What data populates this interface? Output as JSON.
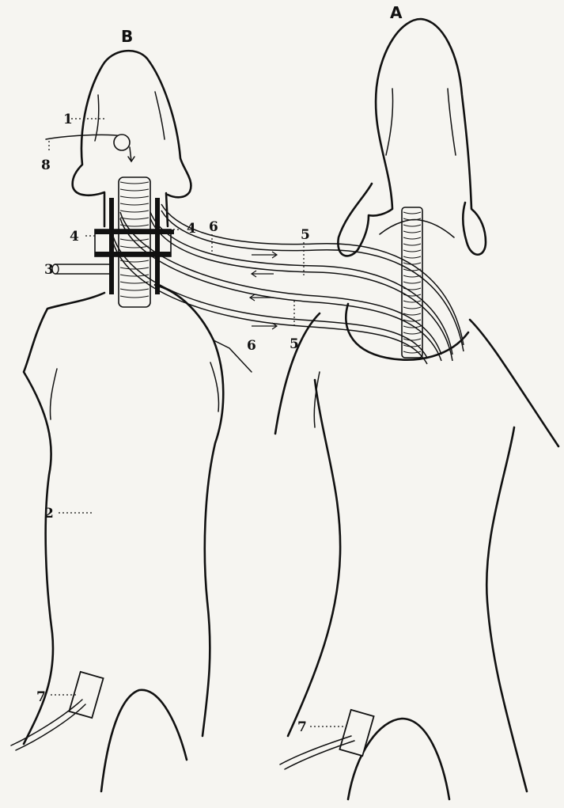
{
  "figure": {
    "animal_labels": {
      "left": "B",
      "right": "A"
    },
    "callouts": {
      "n1": "1",
      "n2": "2",
      "n3": "3",
      "n4_left": "4",
      "n4_right": "4",
      "n5_top": "5",
      "n5_bottom": "5",
      "n6_top": "6",
      "n6_bottom": "6",
      "n7_left": "7",
      "n7_right": "7",
      "n8": "8"
    }
  }
}
